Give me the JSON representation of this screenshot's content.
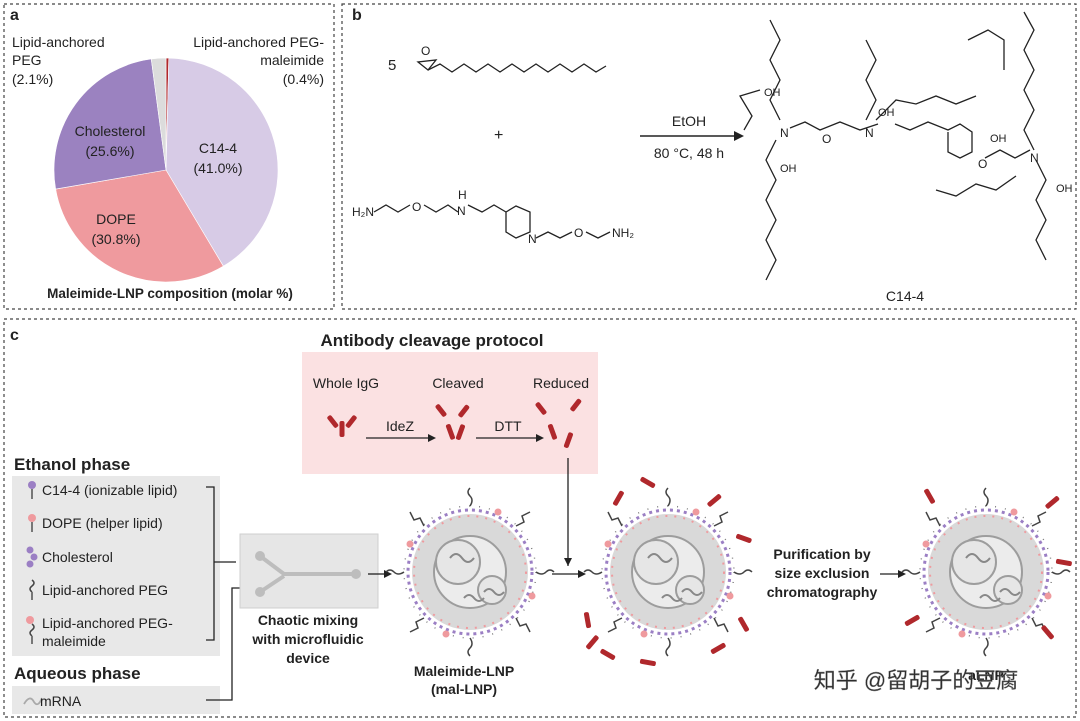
{
  "panel_a": {
    "label": "a",
    "caption": "Maleimide-LNP composition (molar %)",
    "slices": [
      {
        "name": "C14-4",
        "pct_label": "(41.0%)",
        "value": 41.0,
        "color": "#d7cbe6"
      },
      {
        "name": "DOPE",
        "pct_label": "(30.8%)",
        "value": 30.8,
        "color": "#ef9a9e"
      },
      {
        "name": "Cholesterol",
        "pct_label": "(25.6%)",
        "value": 25.6,
        "color": "#9b82c0"
      },
      {
        "name_line1": "Lipid-anchored",
        "name_line2": "PEG",
        "pct_label": "(2.1%)",
        "value": 2.1,
        "color": "#dcdcdc"
      },
      {
        "name_line1": "Lipid-anchored PEG-",
        "name_line2": "maleimide",
        "pct_label": "(0.4%)",
        "value": 0.4,
        "color": "#b0282c"
      }
    ]
  },
  "chart_data": {
    "type": "pie",
    "title": "Maleimide-LNP composition (molar %)",
    "categories": [
      "C14-4",
      "DOPE",
      "Cholesterol",
      "Lipid-anchored PEG",
      "Lipid-anchored PEG-maleimide"
    ],
    "values": [
      41.0,
      30.8,
      25.6,
      2.1,
      0.4
    ]
  },
  "panel_b": {
    "label": "b",
    "stoich": "5",
    "plus": "+",
    "epoxide_o": "O",
    "reagent": "EtOH",
    "conditions": "80 °C, 48 h",
    "amine": {
      "h2n": "H₂N",
      "o1": "O",
      "nh": "H",
      "n1": "N",
      "n2": "N",
      "o2": "O",
      "nh2": "NH₂"
    },
    "product_name": "C14-4",
    "product_atoms": {
      "oh": "OH",
      "n": "N",
      "o": "O"
    }
  },
  "panel_c": {
    "label": "c",
    "cleavage_title": "Antibody cleavage protocol",
    "stage_whole": "Whole IgG",
    "stage_cleaved": "Cleaved",
    "stage_reduced": "Reduced",
    "enzyme": "IdeZ",
    "reductant": "DTT",
    "ethanol_title": "Ethanol phase",
    "ethanol_items": [
      "C14-4 (ionizable lipid)",
      "DOPE (helper lipid)",
      "Cholesterol",
      "Lipid-anchored PEG"
    ],
    "ethanol_last_line1": "Lipid-anchored PEG-",
    "ethanol_last_line2": "maleimide",
    "aqueous_title": "Aqueous phase",
    "aqueous_item": "mRNA",
    "mixing_line1": "Chaotic mixing",
    "mixing_line2": "with microfluidic",
    "mixing_line3": "device",
    "lnp_line1": "Maleimide-LNP",
    "lnp_line2": "(mal-LNP)",
    "purif_line1": "Purification by",
    "purif_line2": "size exclusion",
    "purif_line3": "chromatography",
    "final_label": "aLNP"
  },
  "watermark": "知乎 @留胡子的豆腐",
  "colors": {
    "purple": "#9b7fc4",
    "pink": "#ef9a9e",
    "red": "#b0282c",
    "gray": "#d9d9d9",
    "cleave_bg": "#fbe1e2"
  }
}
